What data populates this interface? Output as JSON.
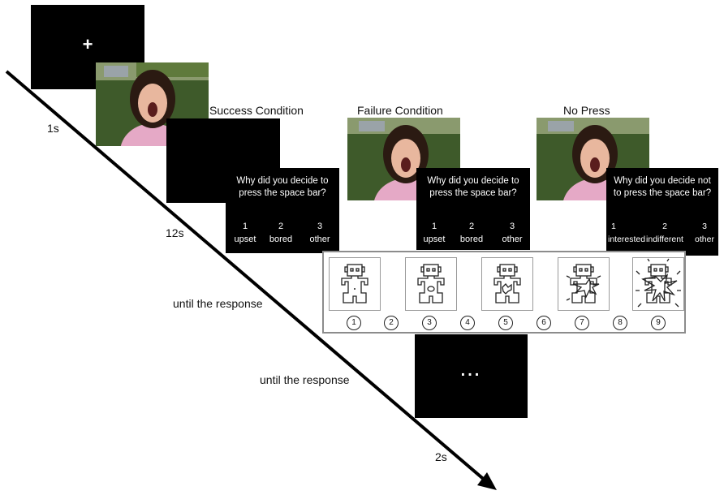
{
  "fixation": {
    "symbol": "+"
  },
  "timings": {
    "fixation": "1s",
    "question": "12s",
    "rating": "until the response",
    "continue": "until the response",
    "blank": "2s"
  },
  "conditions": {
    "success": {
      "title": "Success Condition",
      "question": [
        "Why did you decide to",
        "press the space bar?"
      ],
      "options": [
        {
          "num": "1",
          "label": "upset"
        },
        {
          "num": "2",
          "label": "bored"
        },
        {
          "num": "3",
          "label": "other"
        }
      ]
    },
    "failure": {
      "title": "Failure Condition",
      "question": [
        "Why did you decide to",
        "press the space bar?"
      ],
      "options": [
        {
          "num": "1",
          "label": "upset"
        },
        {
          "num": "2",
          "label": "bored"
        },
        {
          "num": "3",
          "label": "other"
        }
      ]
    },
    "nopress": {
      "title": "No Press",
      "question": [
        "Why did you decide not",
        "to press the space bar?"
      ],
      "options": [
        {
          "num": "1",
          "label": "interested"
        },
        {
          "num": "2",
          "label": "indifferent"
        },
        {
          "num": "3",
          "label": "other"
        }
      ]
    }
  },
  "rating_scale": [
    "1",
    "2",
    "3",
    "4",
    "5",
    "6",
    "7",
    "8",
    "9"
  ],
  "ellipsis": "..."
}
